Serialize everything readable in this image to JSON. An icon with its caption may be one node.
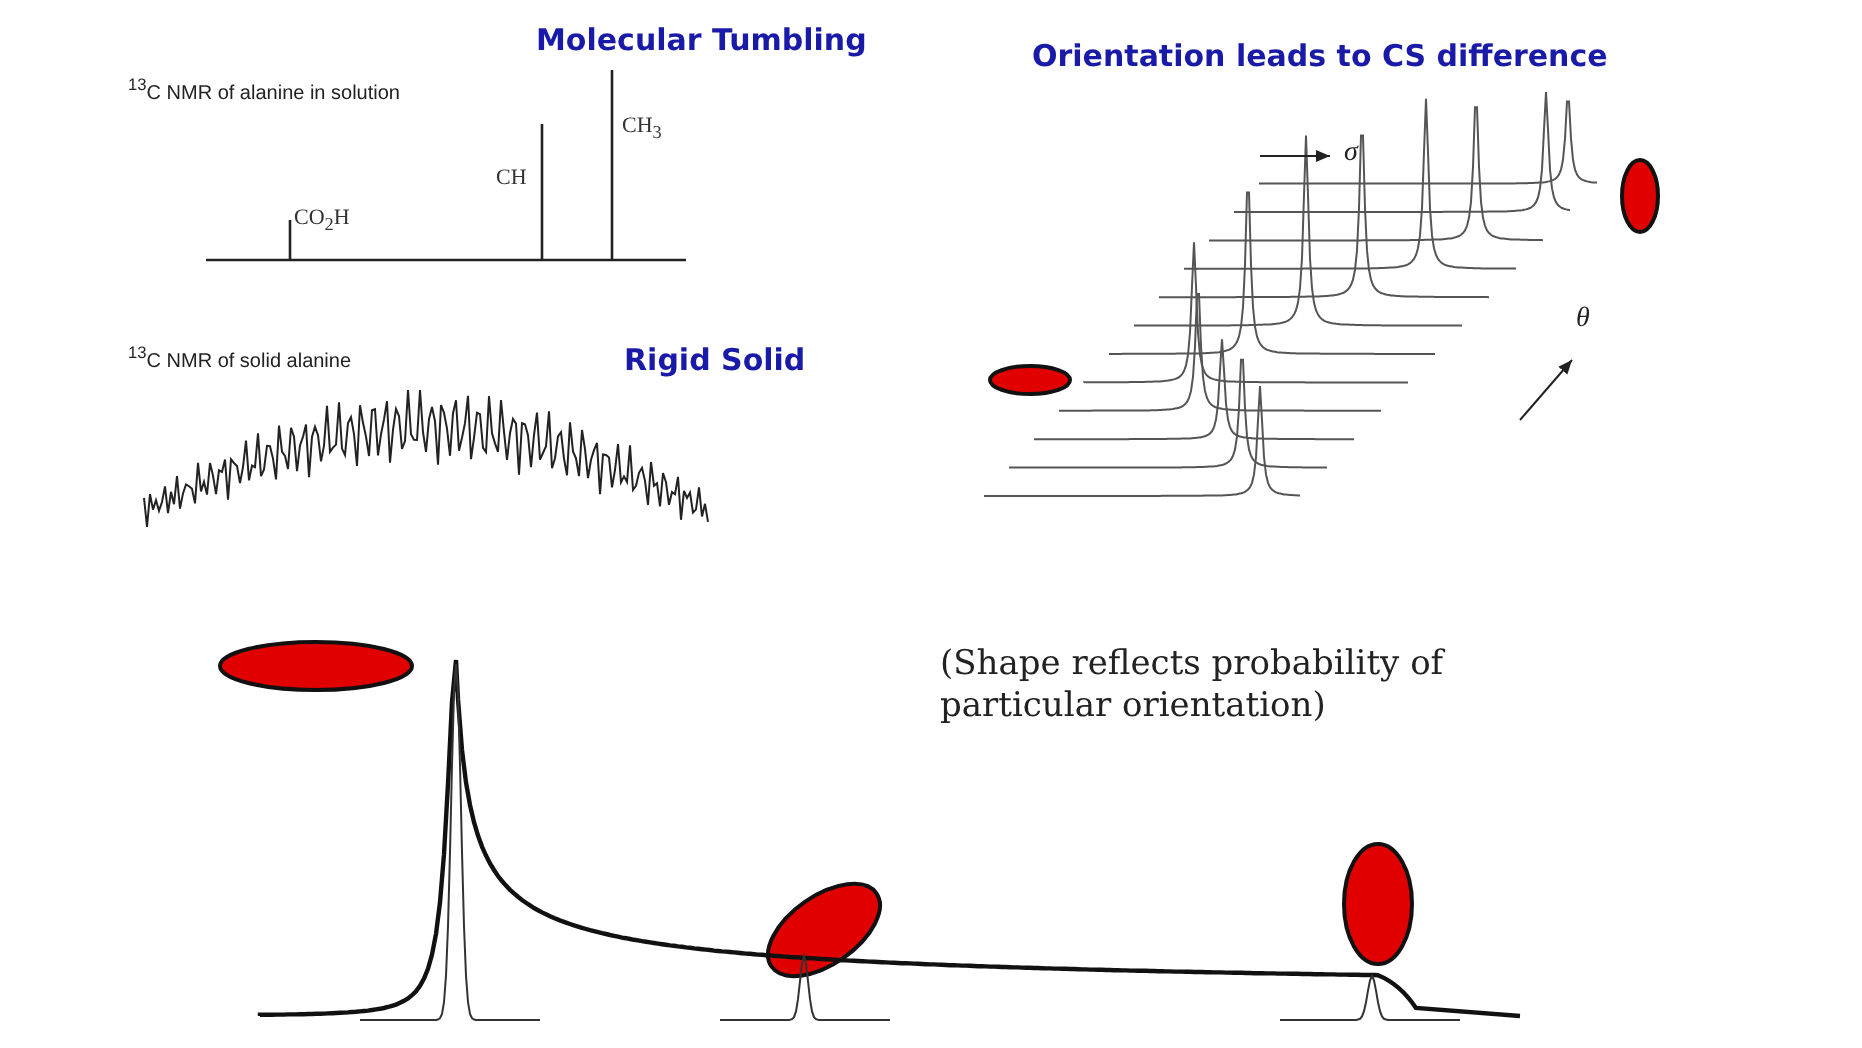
{
  "diagram": {
    "labels": [
      "Molecular Tumbling",
      "Orientation leads to CS difference",
      "$^{13}$C NMR of alanine in solution",
      "CH$_{3}$",
      "σ",
      "CH",
      "CO$_{2}$H",
      "$^{13}$C NMR of solid alanine",
      "Rigid Solid",
      "θ",
      "(Shape reflects probability of particular orientation)"
    ]
  }
}
